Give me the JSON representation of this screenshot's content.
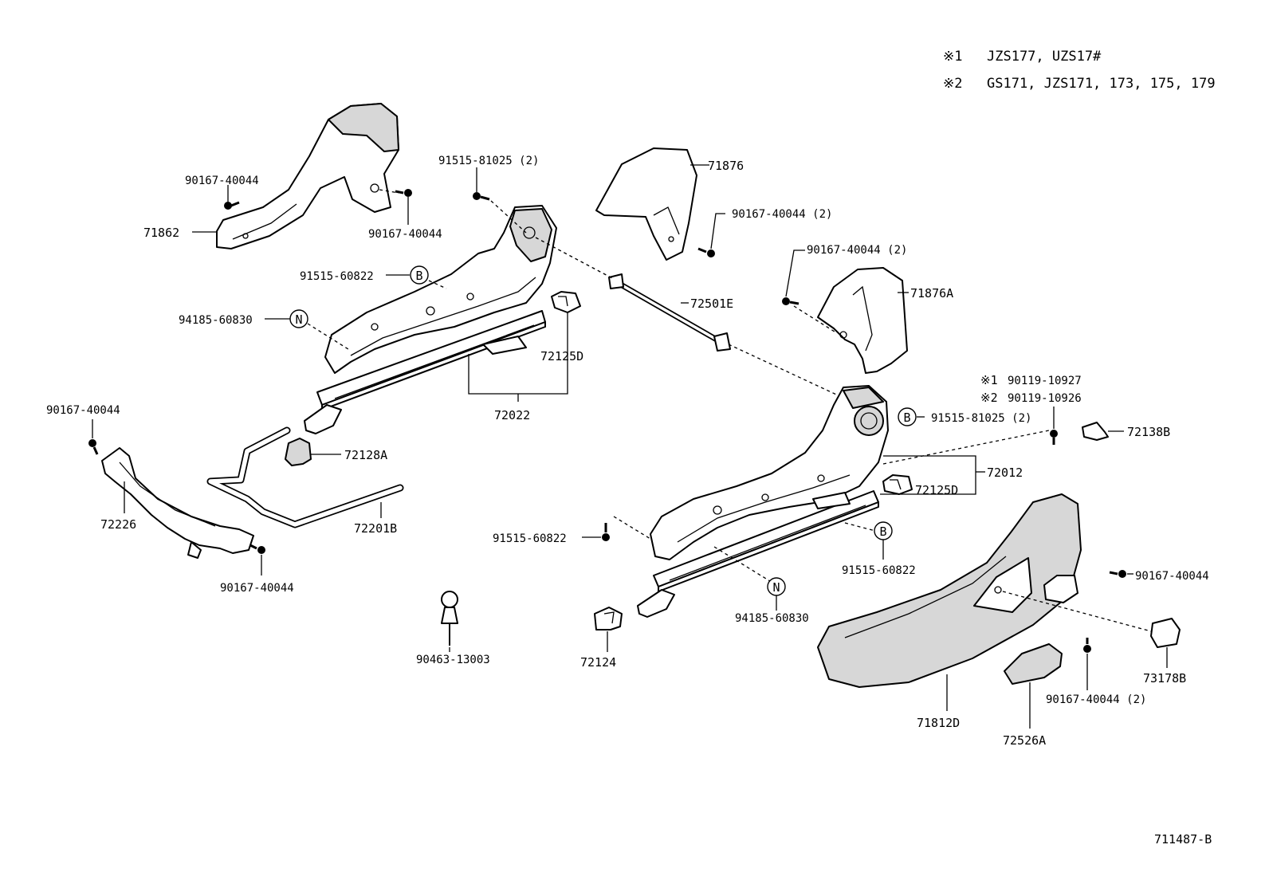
{
  "notes": [
    {
      "mark": "※1",
      "text": "JZS177, UZS17#"
    },
    {
      "mark": "※2",
      "text": "GS171, JZS171, 173, 175, 179"
    }
  ],
  "diagram_code": "711487-B",
  "markers": {
    "b": "B",
    "n": "N"
  },
  "labels": {
    "p90167_40044_a": "90167-40044",
    "p90167_40044_b": "90167-40044",
    "p71862": "71862",
    "p91515_81025_a": "91515-81025 (2)",
    "p71876": "71876",
    "p90167_40044_2a": "90167-40044 (2)",
    "p90167_40044_2b": "90167-40044 (2)",
    "p71876A": "71876A",
    "p91515_60822_a": "91515-60822",
    "p94185_60830_a": "94185-60830",
    "p72501E": "72501E",
    "p72125D_a": "72125D",
    "p72022": "72022",
    "p90119_10927": "90119-10927",
    "p90119_10926": "90119-10926",
    "mark1": "※1",
    "mark2": "※2",
    "p91515_81025_b": "91515-81025 (2)",
    "p72138B": "72138B",
    "p90167_40044_c": "90167-40044",
    "p72128A": "72128A",
    "p72012": "72012",
    "p72125D_b": "72125D",
    "p72226": "72226",
    "p72201B": "72201B",
    "p91515_60822_b": "91515-60822",
    "p91515_60822_c": "91515-60822",
    "p90167_40044_d": "90167-40044",
    "p90167_40044_e": "90167-40044",
    "p94185_60830_b": "94185-60830",
    "p90463_13003": "90463-13003",
    "p72124": "72124",
    "p73178B": "73178B",
    "p90167_40044_2c": "90167-40044 (2)",
    "p71812D": "71812D",
    "p72526A": "72526A"
  }
}
